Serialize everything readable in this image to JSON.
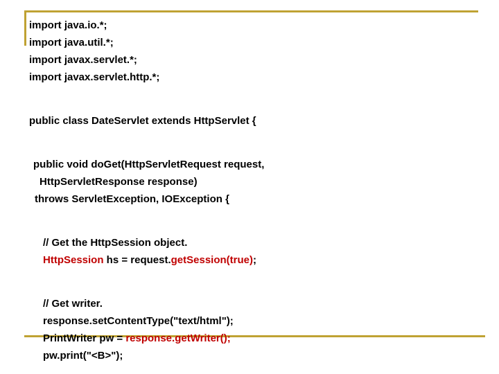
{
  "slide": {
    "accent_color": "#bfa233",
    "text_color": "#000000",
    "highlight_color": "#c00000",
    "background_color": "#ffffff"
  },
  "code": {
    "imports": [
      "import java.io.*;",
      "import java.util.*;",
      "import javax.servlet.*;",
      "import javax.servlet.http.*;"
    ],
    "class_declaration": "public class DateServlet extends HttpServlet {",
    "method_signature": [
      "public void doGet(HttpServletRequest request,",
      "HttpServletResponse response)",
      "throws ServletException, IOException {"
    ],
    "session_block": {
      "comment": "// Get the HttpSession object.",
      "type_keyword": "HttpSession",
      "variable_part": " hs = request.",
      "call_part": "getSession(true)",
      "terminator": ";"
    },
    "writer_block": {
      "comment": "// Get writer.",
      "set_content_type": "response.setContentType(\"text/html\");",
      "print_writer_prefix": "PrintWriter pw = ",
      "print_writer_call": "response.getWriter();",
      "print_statement": "pw.print(\"<B>\");"
    }
  }
}
